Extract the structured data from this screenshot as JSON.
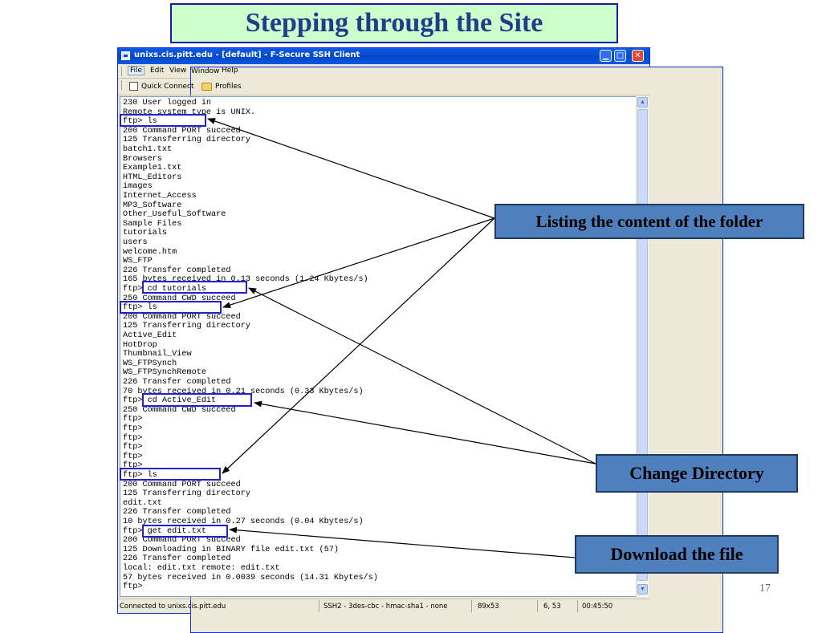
{
  "slide": {
    "title": "Stepping through the Site",
    "page_number": "17"
  },
  "window": {
    "title": "unixs.cis.pitt.edu - [default] - F-Secure SSH Client",
    "menu": [
      "File",
      "Edit",
      "View",
      "Window",
      "Help"
    ],
    "toolbar": {
      "quick_connect": "Quick Connect",
      "profiles": "Profiles"
    }
  },
  "terminal_lines": [
    "230 User logged in",
    "Remote system type is UNIX.",
    "ftp> ls",
    "200 Command PORT succeed",
    "125 Transferring directory",
    "batch1.txt",
    "Browsers",
    "Example1.txt",
    "HTML_Editors",
    "images",
    "Internet_Access",
    "MP3_Software",
    "Other_Useful_Software",
    "Sample Files",
    "tutorials",
    "users",
    "welcome.htm",
    "WS_FTP",
    "226 Transfer completed",
    "165 bytes received in 0.13 seconds (1.24 Kbytes/s)",
    "ftp> cd tutorials",
    "250 Command CWD succeed",
    "ftp> ls",
    "200 Command PORT succeed",
    "125 Transferring directory",
    "Active_Edit",
    "HotDrop",
    "Thumbnail_View",
    "WS_FTPSynch",
    "WS_FTPSynchRemote",
    "226 Transfer completed",
    "70 bytes received in 0.21 seconds (0.33 Kbytes/s)",
    "ftp> cd Active_Edit",
    "250 Command CWD succeed",
    "ftp>",
    "ftp>",
    "ftp>",
    "ftp>",
    "ftp>",
    "ftp>",
    "ftp> ls",
    "200 Command PORT succeed",
    "125 Transferring directory",
    "edit.txt",
    "226 Transfer completed",
    "10 bytes received in 0.27 seconds (0.04 Kbytes/s)",
    "ftp> get edit.txt",
    "200 Command PORT succeed",
    "125 Downloading in BINARY file edit.txt (57)",
    "226 Transfer completed",
    "local: edit.txt remote: edit.txt",
    "57 bytes received in 0.0039 seconds (14.31 Kbytes/s)",
    "ftp>"
  ],
  "status": {
    "connection": "Connected to unixs.cis.pitt.edu",
    "encryption": "SSH2 - 3des-cbc - hmac-sha1 - none",
    "size": "89x53",
    "cursor": "6, 53",
    "time": "00:45:50"
  },
  "callouts": {
    "listing": "Listing the content of the folder",
    "change_dir": "Change Directory",
    "download": "Download the file"
  },
  "colors": {
    "title_bg": "#ccffcc",
    "title_text": "#1f3d8a",
    "callout_bg": "#4f7fbd",
    "highlight_border": "#2020d0"
  },
  "icons": {
    "app": "terminal-window-icon",
    "quick_connect": "quick-connect-icon",
    "profiles": "folder-icon"
  }
}
